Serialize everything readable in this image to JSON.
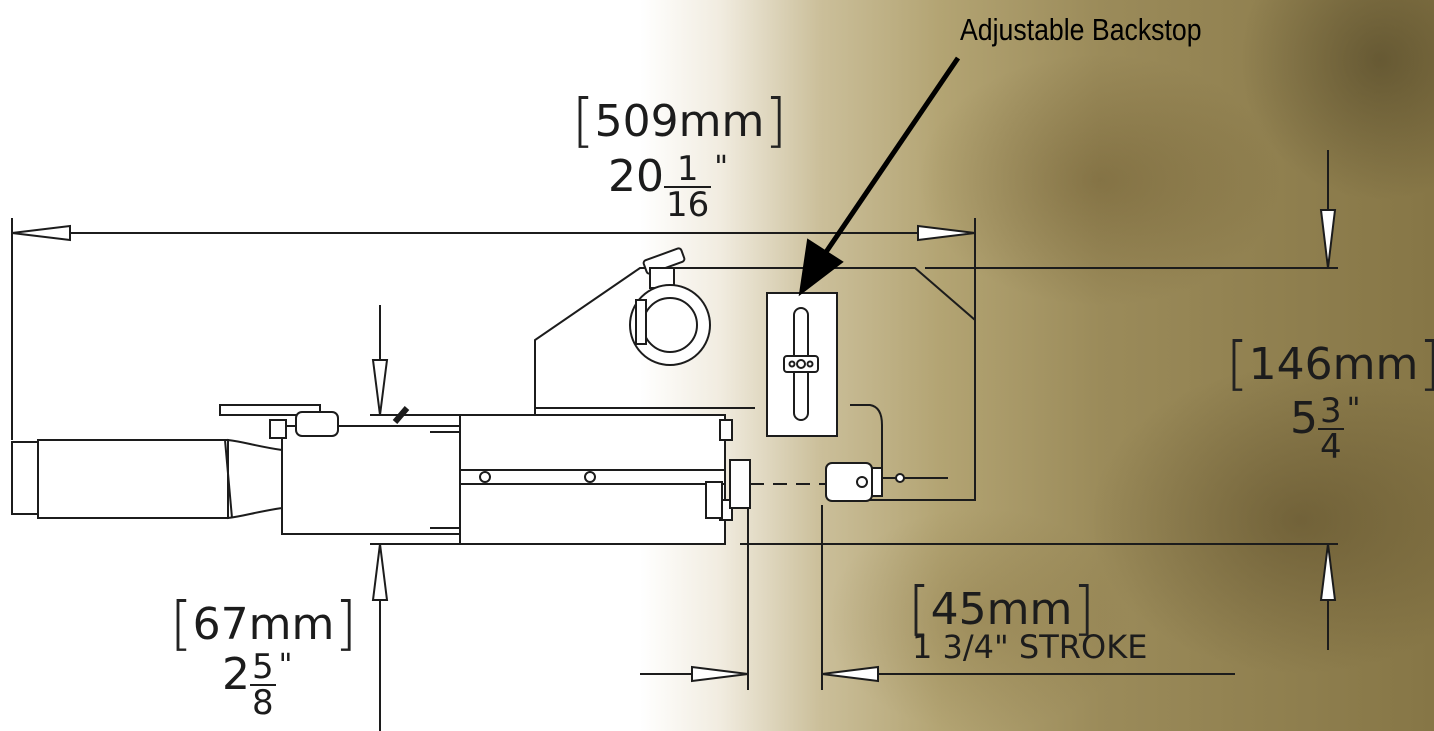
{
  "callout": {
    "label": "Adjustable Backstop"
  },
  "dimensions": {
    "length": {
      "metric": "509mm",
      "inch_whole": "20",
      "inch_num": "1",
      "inch_den": "16",
      "inch_mark": "\""
    },
    "height": {
      "metric": "146mm",
      "inch_whole": "5",
      "inch_num": "3",
      "inch_den": "4",
      "inch_mark": "\""
    },
    "body": {
      "metric": "67mm",
      "inch_whole": "2",
      "inch_num": "5",
      "inch_den": "8",
      "inch_mark": "\""
    },
    "stroke": {
      "metric": "45mm",
      "label": "1 3/4\"  STROKE"
    }
  },
  "colors": {
    "line": "#1c1c1c",
    "metal_bg": "#8f7f4e"
  }
}
